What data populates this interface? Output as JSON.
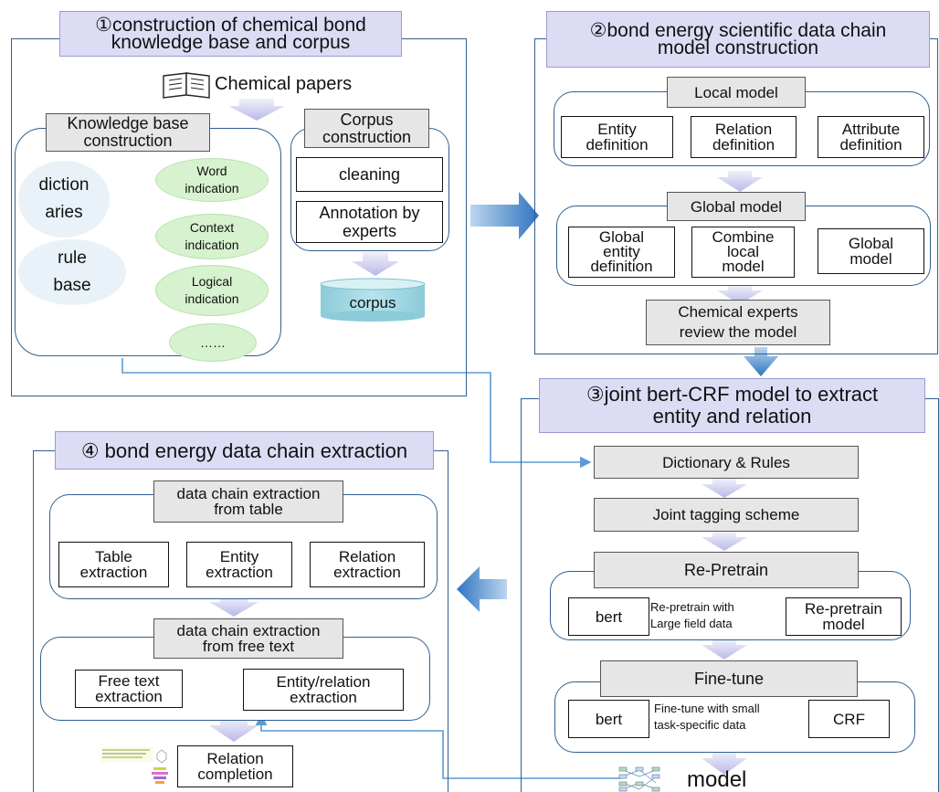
{
  "section1": {
    "title_line1": "①construction of chemical bond",
    "title_line2": "knowledge base and corpus",
    "source": "Chemical papers",
    "kb_title_line1": "Knowledge base",
    "kb_title_line2": "construction",
    "dictionaries_line1": "diction",
    "dictionaries_line2": "aries",
    "rulebase_line1": "rule",
    "rulebase_line2": "base",
    "indications": [
      {
        "line1": "Word",
        "line2": "indication"
      },
      {
        "line1": "Context",
        "line2": "indication"
      },
      {
        "line1": "Logical",
        "line2": "indication"
      },
      {
        "line1": "……",
        "line2": ""
      }
    ],
    "corpus_title_line1": "Corpus",
    "corpus_title_line2": "construction",
    "cleaning": "cleaning",
    "annotation_line1": "Annotation by",
    "annotation_line2": "experts",
    "corpus": "corpus"
  },
  "section2": {
    "title_line1": "②bond energy scientific data chain",
    "title_line2": "model construction",
    "local_model": "Local model",
    "entity_def_line1": "Entity",
    "entity_def_line2": "definition",
    "relation_def_line1": "Relation",
    "relation_def_line2": "definition",
    "attribute_def_line1": "Attribute",
    "attribute_def_line2": "definition",
    "global_model": "Global model",
    "global_entity_line1": "Global",
    "global_entity_line2": "entity",
    "global_entity_line3": "definition",
    "combine_line1": "Combine",
    "combine_line2": "local",
    "combine_line3": "model",
    "global_model_box_line1": "Global",
    "global_model_box_line2": "model",
    "review_line1": "Chemical experts",
    "review_line2": "review the model"
  },
  "section3": {
    "title_line1": "③joint bert-CRF model to extract",
    "title_line2": "entity and relation",
    "dict_rules": "Dictionary & Rules",
    "joint_tagging": "Joint tagging scheme",
    "repretrain": "Re-Pretrain",
    "bert1": "bert",
    "repretrain_edge_line1": "Re-pretrain with",
    "repretrain_edge_line2": "Large field data",
    "repretrain_model_line1": "Re-pretrain",
    "repretrain_model_line2": "model",
    "finetune": "Fine-tune",
    "bert2": "bert",
    "finetune_edge_line1": "Fine-tune with small",
    "finetune_edge_line2": "task-specific data",
    "crf": "CRF",
    "model": "model"
  },
  "section4": {
    "title": "④ bond energy data chain extraction",
    "table_title_line1": "data chain extraction",
    "table_title_line2": "from table",
    "table_extraction_line1": "Table",
    "table_extraction_line2": "extraction",
    "entity_extraction_line1": "Entity",
    "entity_extraction_line2": "extraction",
    "relation_extraction_line1": "Relation",
    "relation_extraction_line2": "extraction",
    "free_title_line1": "data chain extraction",
    "free_title_line2": "from free text",
    "free_text_line1": "Free text",
    "free_text_line2": "extraction",
    "entity_relation_line1": "Entity/relation",
    "entity_relation_line2": "extraction",
    "relation_completion_line1": "Relation",
    "relation_completion_line2": "completion"
  },
  "colors": {
    "frame": "#2f5f8f",
    "title_fill": "#dcdcf5",
    "orange_arrow": "#ed7d31",
    "blue_arrow": "#3d7fc4",
    "connector": "#5b9bd5",
    "green_oval": "#d7f2cf",
    "blue_oval": "#e8f2f8",
    "corpus_cylinder": "#9dd3de"
  }
}
